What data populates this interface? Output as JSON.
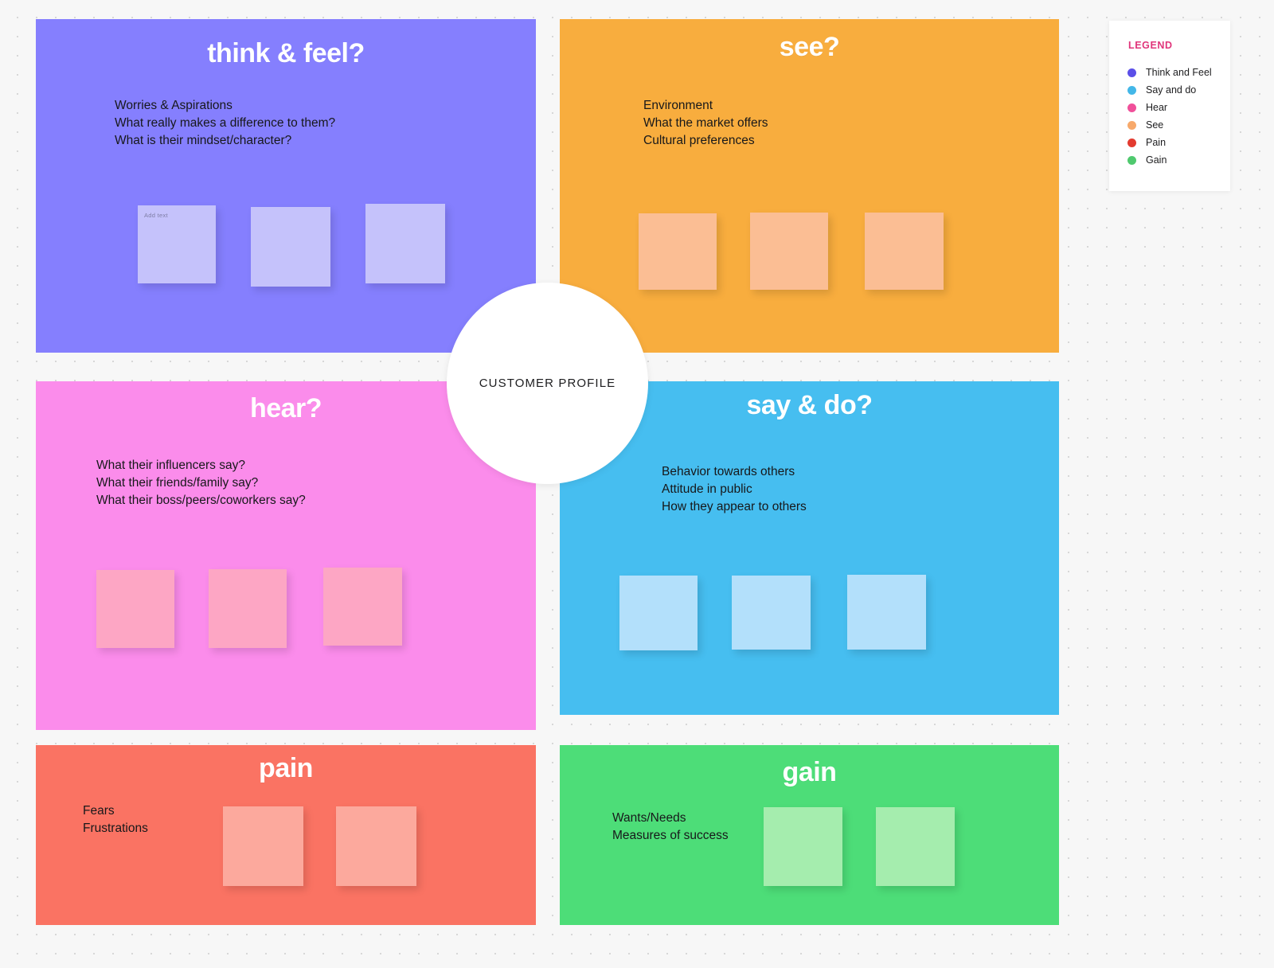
{
  "canvas": {
    "background_color": "#f7f7f7",
    "dot_color": "#d7d7d7"
  },
  "center": {
    "label": "CUSTOMER PROFILE"
  },
  "quadrants": [
    {
      "id": "think-feel",
      "title": "think & feel?",
      "color": "#857ffe",
      "note_color": "#c5c2fb",
      "prompts": [
        "Worries & Aspirations",
        "What really makes a difference to them?",
        "What is their mindset/character?"
      ],
      "notes": [
        {
          "placeholder": "Add text"
        },
        {
          "placeholder": ""
        },
        {
          "placeholder": ""
        }
      ]
    },
    {
      "id": "see",
      "title": "see?",
      "color": "#f8ad3e",
      "note_color": "#fbbe94",
      "prompts": [
        "Environment",
        "What the market offers",
        "Cultural preferences"
      ],
      "notes": [
        {
          "placeholder": ""
        },
        {
          "placeholder": ""
        },
        {
          "placeholder": ""
        }
      ]
    },
    {
      "id": "hear",
      "title": "hear?",
      "color": "#fb8ceb",
      "note_color": "#fda6c4",
      "prompts": [
        "What their influencers say?",
        "What their friends/family say?",
        "What their boss/peers/coworkers say?"
      ],
      "notes": [
        {
          "placeholder": ""
        },
        {
          "placeholder": ""
        },
        {
          "placeholder": ""
        }
      ]
    },
    {
      "id": "say-do",
      "title": "say & do?",
      "color": "#46bef0",
      "note_color": "#b3e0fb",
      "prompts": [
        "Behavior towards others",
        "Attitude in public",
        "How they appear to others"
      ],
      "notes": [
        {
          "placeholder": ""
        },
        {
          "placeholder": ""
        },
        {
          "placeholder": ""
        }
      ]
    },
    {
      "id": "pain",
      "title": "pain",
      "color": "#fa7363",
      "note_color": "#fca99d",
      "prompts": [
        "Fears",
        "Frustrations"
      ],
      "notes": [
        {
          "placeholder": ""
        },
        {
          "placeholder": ""
        }
      ]
    },
    {
      "id": "gain",
      "title": "gain",
      "color": "#4ddd78",
      "note_color": "#a5edae",
      "prompts": [
        "Wants/Needs",
        "Measures of success"
      ],
      "notes": [
        {
          "placeholder": ""
        },
        {
          "placeholder": ""
        }
      ]
    }
  ],
  "legend": {
    "title": "LEGEND",
    "items": [
      {
        "label": "Think and Feel",
        "color": "#5b4fe8"
      },
      {
        "label": "Say and do",
        "color": "#43b7e8"
      },
      {
        "label": "Hear",
        "color": "#f0509a"
      },
      {
        "label": "See",
        "color": "#f7a96b"
      },
      {
        "label": "Pain",
        "color": "#e33b30"
      },
      {
        "label": "Gain",
        "color": "#4fc96e"
      }
    ]
  }
}
